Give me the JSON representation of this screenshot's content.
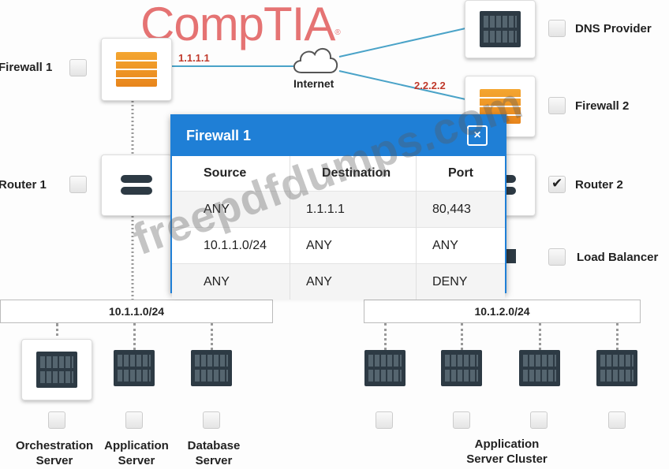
{
  "brand": {
    "logo_text": "CompTIA",
    "logo_mark": "®"
  },
  "internet": {
    "label": "Internet"
  },
  "links": {
    "fw1_ip": "1.1.1.1",
    "fw2_ip": "2.2.2.2"
  },
  "devices": {
    "firewall1": {
      "label": "Firewall 1",
      "checked": false
    },
    "router1": {
      "label": "Router 1",
      "checked": false
    },
    "dns_provider": {
      "label": "DNS Provider",
      "checked": false
    },
    "firewall2": {
      "label": "Firewall 2",
      "checked": false
    },
    "router2": {
      "label": "Router 2",
      "checked": true
    },
    "load_balancer": {
      "label": "Load Balancer",
      "checked": false
    }
  },
  "subnets": {
    "left": "10.1.1.0/24",
    "right": "10.1.2.0/24"
  },
  "servers": {
    "orchestration": {
      "label_line1": "Orchestration",
      "label_line2": "Server"
    },
    "application": {
      "label_line1": "Application",
      "label_line2": "Server"
    },
    "database": {
      "label_line1": "Database",
      "label_line2": "Server"
    },
    "cluster": {
      "label_line1": "Application",
      "label_line2": "Server Cluster"
    }
  },
  "dialog": {
    "title": "Firewall 1",
    "close_glyph": "×",
    "columns": [
      "Source",
      "Destination",
      "Port"
    ],
    "rows": [
      [
        "ANY",
        "1.1.1.1",
        "80,443"
      ],
      [
        "10.1.1.0/24",
        "ANY",
        "ANY"
      ],
      [
        "ANY",
        "ANY",
        "DENY"
      ]
    ]
  },
  "watermark": "freepdfdumps.com"
}
